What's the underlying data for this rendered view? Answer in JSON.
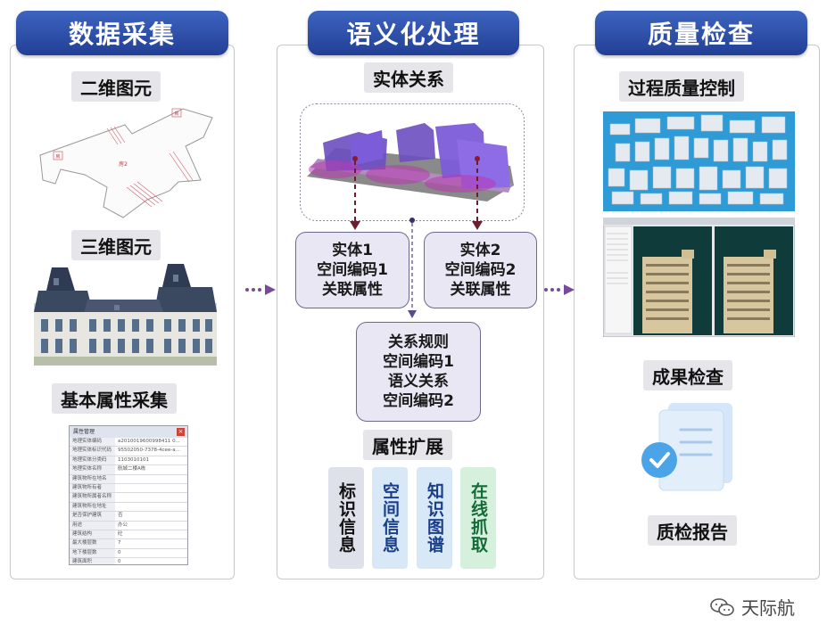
{
  "columns": [
    {
      "header": "数据采集",
      "items": [
        "二维图元",
        "三维图元",
        "基本属性采集"
      ]
    },
    {
      "header": "语义化处理",
      "top_label": "实体关系",
      "entity1": [
        "实体1",
        "空间编码1",
        "关联属性"
      ],
      "entity2": [
        "实体2",
        "空间编码2",
        "关联属性"
      ],
      "relation": [
        "关系规则",
        "空间编码1",
        "语义关系",
        "空间编码2"
      ],
      "extend_label": "属性扩展",
      "tags": [
        {
          "text": "标识信息",
          "bg": "#dfe1ea",
          "color": "#111111"
        },
        {
          "text": "空间信息",
          "bg": "#d8e8f7",
          "color": "#1a3f8a"
        },
        {
          "text": "知识图谱",
          "bg": "#d8e8f7",
          "color": "#1a3f8a"
        },
        {
          "text": "在线抓取",
          "bg": "#d6f0de",
          "color": "#136b36"
        }
      ]
    },
    {
      "header": "质量检查",
      "items": [
        "过程质量控制",
        "成果检查",
        "质检报告"
      ]
    }
  ],
  "plan_rooms": [
    "房",
    "房",
    "房2"
  ],
  "attr_table": {
    "title": "属性管理",
    "rows": [
      {
        "k": "地理实体编码",
        "v": "a2010019600998411 0..."
      },
      {
        "k": "地理实体标识代码",
        "v": "95502050-7378-4cee-a..."
      },
      {
        "k": "地理实体分类码",
        "v": "1103010101"
      },
      {
        "k": "地理实体名称",
        "v": "航城二楼A栋"
      },
      {
        "k": "建筑物所在地名",
        "v": ""
      },
      {
        "k": "建筑物所有者",
        "v": ""
      },
      {
        "k": "建筑物所属者名称",
        "v": ""
      },
      {
        "k": "建筑物所在地址",
        "v": ""
      },
      {
        "k": "是否保护建筑",
        "v": "否"
      },
      {
        "k": "用途",
        "v": "办公"
      },
      {
        "k": "建筑结构",
        "v": "砼"
      },
      {
        "k": "最大楼层数",
        "v": "7"
      },
      {
        "k": "地下楼层数",
        "v": "0"
      },
      {
        "k": "建筑面积",
        "v": "0"
      }
    ]
  },
  "watermark": "天际航",
  "colors": {
    "header": "#2b4aa6",
    "arrow": "#6b1e2e",
    "flow_dots": "#7a4a9a"
  },
  "icons": [
    "wechat-icon",
    "document-check-icon"
  ]
}
